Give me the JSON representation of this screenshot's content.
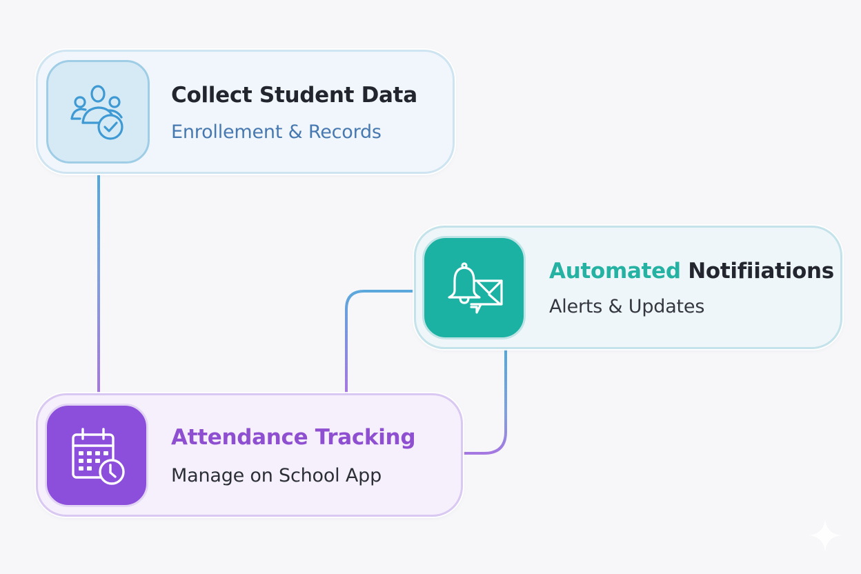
{
  "colors": {
    "background": "#f7f7f9",
    "collect_accent": "#4a9fd4",
    "notify_accent": "#1bb2a4",
    "attend_accent": "#8c4fdb",
    "connector_blue": "#5aa9dc",
    "connector_purple": "#a879e0"
  },
  "nodes": [
    {
      "id": "collect",
      "icon": "users-check-icon",
      "title": "Collect Student Data",
      "subtitle": "Enrollement & Records"
    },
    {
      "id": "notify",
      "icon": "bell-mail-icon",
      "title_accent": "Automated",
      "title_rest": " Notifiiations",
      "subtitle": "Alerts & Updates"
    },
    {
      "id": "attend",
      "icon": "calendar-clock-icon",
      "title": "Attendance Tracking",
      "subtitle": "Manage on School App"
    }
  ],
  "edges": [
    {
      "from": "collect",
      "to": "attend"
    },
    {
      "from": "attend",
      "to": "notify",
      "side": "top"
    },
    {
      "from": "notify",
      "to": "attend",
      "side": "right"
    }
  ],
  "decorations": {
    "corner_mark": "sparkle-icon"
  }
}
